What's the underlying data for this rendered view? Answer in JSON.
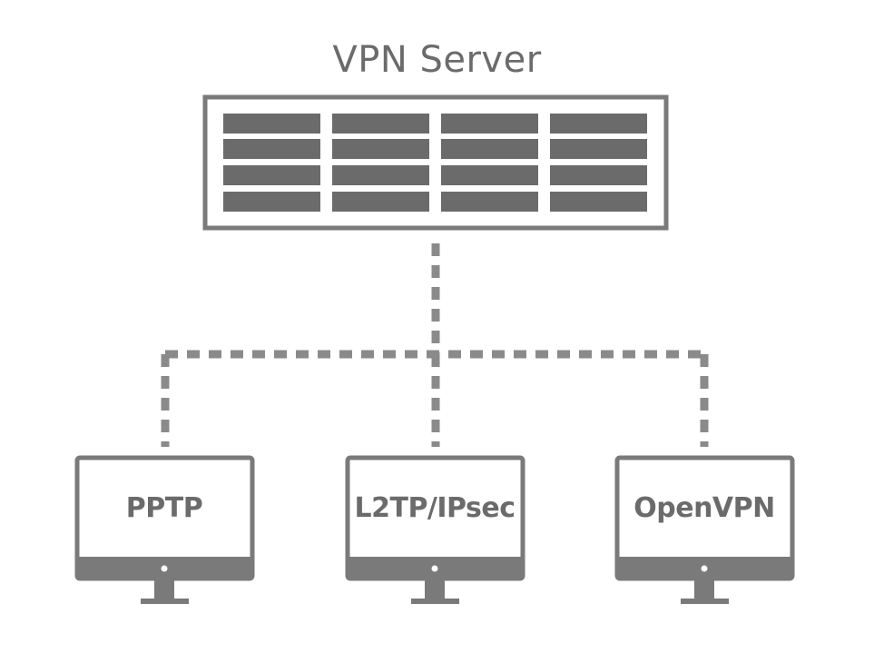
{
  "server": {
    "title": "VPN Server",
    "icon": "server-rack-icon"
  },
  "clients": [
    {
      "label": "PPTP",
      "icon": "monitor-icon"
    },
    {
      "label": "L2TP/IPsec",
      "icon": "monitor-icon"
    },
    {
      "label": "OpenVPN",
      "icon": "monitor-icon"
    }
  ],
  "colors": {
    "stroke": "#7a7a7a",
    "fill": "#6b6b6b",
    "text": "#6b6b6b"
  }
}
